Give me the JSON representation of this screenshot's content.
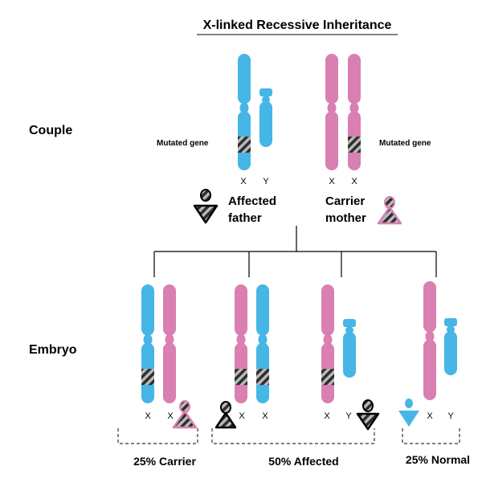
{
  "title": "X-linked Recessive Inheritance",
  "rows": {
    "couple": "Couple",
    "embryo": "Embryo"
  },
  "couple": {
    "father": {
      "gene_note": "Mutated gene",
      "chromosome_labels": [
        "X",
        "Y"
      ],
      "label_line1": "Affected",
      "label_line2": "father"
    },
    "mother": {
      "gene_note": "Mutated gene",
      "chromosome_labels": [
        "X",
        "X"
      ],
      "label_line1": "Carrier",
      "label_line2": "mother"
    }
  },
  "embryos": [
    {
      "chromosome_labels": [
        "X",
        "X"
      ]
    },
    {
      "chromosome_labels": [
        "X",
        "X"
      ]
    },
    {
      "chromosome_labels": [
        "X",
        "Y"
      ]
    },
    {
      "chromosome_labels": [
        "X",
        "Y"
      ]
    }
  ],
  "summaries": {
    "carrier": "25% Carrier",
    "affected": "50% Affected",
    "normal": "25% Normal"
  },
  "colors": {
    "male_chromosome": "#45b6e6",
    "female_chromosome": "#d97fb1",
    "mutation_dark": "#2e2e2e",
    "mutation_light": "#b9b9b9",
    "line": "#000000",
    "carrier_symbol": "#d97fb1",
    "normal_symbol": "#45b6e6"
  },
  "icons": {
    "affected_male": "affected-male-icon",
    "carrier_female": "carrier-female-icon",
    "affected_female": "affected-female-icon",
    "normal_male": "normal-male-icon"
  }
}
